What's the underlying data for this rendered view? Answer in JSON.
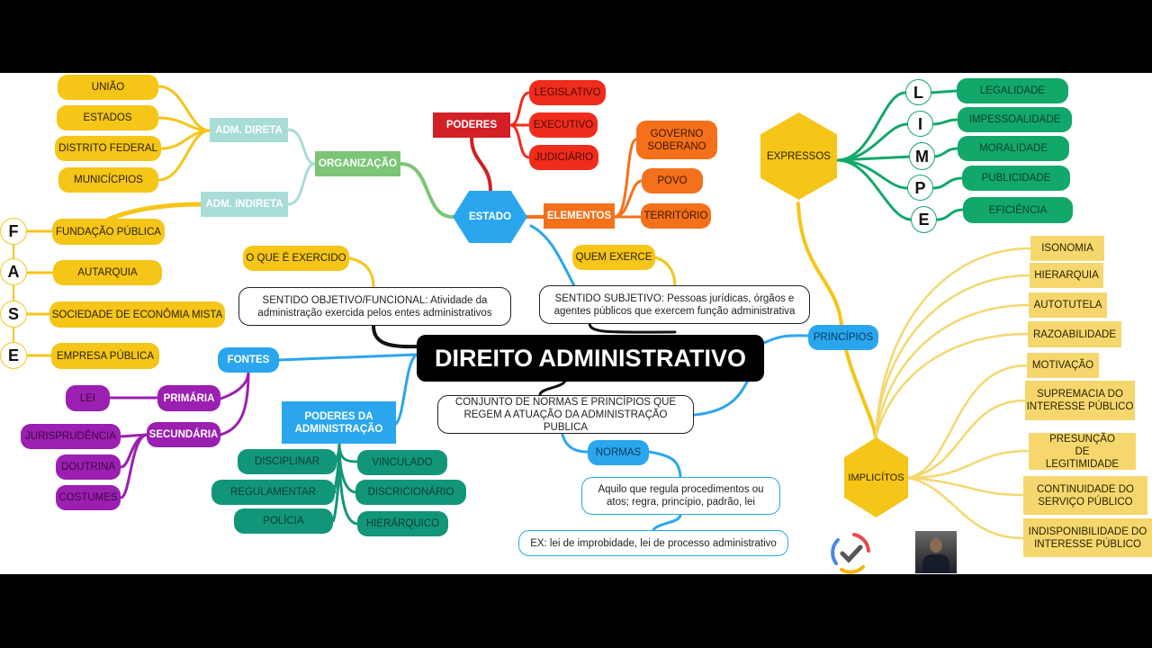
{
  "main": {
    "title": "DIREITO ADMINISTRATIVO",
    "definition": "CONJUNTO DE NORMAS E PRINCÍPIOS QUE REGEM A ATUAÇÃO DA ADMINISTRAÇÃO PUBLICA"
  },
  "estado": {
    "label": "ESTADO",
    "poderes": {
      "label": "PODERES",
      "items": [
        "LEGISLATIVO",
        "EXECUTIVO",
        "JUDICIÁRIO"
      ]
    },
    "elementos": {
      "label": "ELEMENTOS",
      "items": [
        "GOVERNO SOBERANO",
        "POVO",
        "TERRITÓRIO"
      ]
    }
  },
  "organizacao": {
    "label": "ORGANIZAÇÃO",
    "direta": {
      "label": "ADM. DIRETA",
      "items": [
        "UNIÃO",
        "ESTADOS",
        "DISTRITO FEDERAL",
        "MUNICÍCPIOS"
      ]
    },
    "indireta": {
      "label": "ADM. INDIRETA",
      "letters": [
        "F",
        "A",
        "S",
        "E"
      ],
      "items": [
        "FUNDAÇÃO PÚBLICA",
        "AUTARQUIA",
        "SOCIEDADE DE ECONÔMIA MISTA",
        "EMPRESA PÚBLICA"
      ]
    }
  },
  "objetivo": {
    "label": "O QUE É EXERCIDO",
    "text": "SENTIDO OBJETIVO/FUNCIONAL: Atividade da administração exercida pelos entes administrativos"
  },
  "subjetivo": {
    "label": "QUEM EXERCE",
    "text": "SENTIDO SUBJETIVO: Pessoas jurídicas, órgãos e agentes públicos que exercem função administrativa"
  },
  "fontes": {
    "label": "FONTES",
    "primaria": {
      "label": "PRIMÁRIA",
      "items": [
        "LEI"
      ]
    },
    "secundaria": {
      "label": "SECUNDÁRIA",
      "items": [
        "JURISPRUDÊNCIA",
        "DOUTRINA",
        "COSTUMES"
      ]
    }
  },
  "poderes_adm": {
    "label": "PODERES DA ADMINISTRAÇÃO",
    "left": [
      "DISCIPLINAR",
      "REGULAMENTAR",
      "POLÍCIA"
    ],
    "right": [
      "VINCULADO",
      "DISCRICIONÁRIO",
      "HIERÁRQUICO"
    ]
  },
  "normas": {
    "label": "NORMAS",
    "text": "Aquilo que regula procedimentos ou atos; regra, princípio, padrão, lei",
    "example": "EX: lei de improbidade, lei de processo administrativo"
  },
  "principios": {
    "label": "PRINCÍPIOS",
    "expressos": {
      "label": "EXPRESSOS",
      "letters": [
        "L",
        "I",
        "M",
        "P",
        "E"
      ],
      "items": [
        "LEGALIDADE",
        "IMPESSOALIDADE",
        "MORALIDADE",
        "PUBLICIDADE",
        "EFICIÊNCIA"
      ]
    },
    "implicitos": {
      "label": "IMPLICÍTOS",
      "items": [
        "ISONOMIA",
        "HIERARQUIA",
        "AUTOTUTELA",
        "RAZOABILIDADE",
        "MOTIVAÇÃO",
        "SUPREMACIA DO INTERESSE PÚBLICO",
        "PRESUNÇÃO DE LEGITIMIDADE",
        "CONTINUIDADE DO SERVIÇO PÚBLICO",
        "INDISPONIBILIDADE DO INTERESSE PÚBLICO"
      ]
    }
  },
  "branding": {
    "logo_icon": "checkmark-ring-icon",
    "presenter": "presenter-thumbnail"
  },
  "colors": {
    "yellow": "#f5c518",
    "blue": "#2aa6ef",
    "purple": "#9b1fb0",
    "green": "#12967a",
    "red": "#f02c1c",
    "orange": "#f4701a",
    "light_yellow": "#f5d76e",
    "teal": "#a8dcd6"
  }
}
